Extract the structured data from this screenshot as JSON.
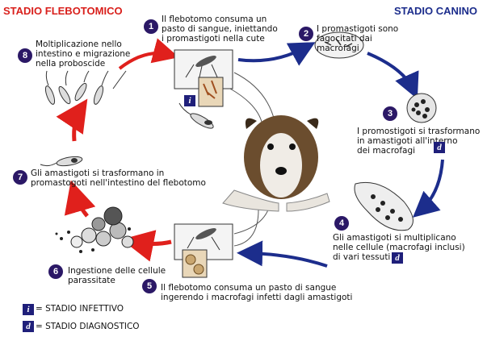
{
  "headers": {
    "left": "STADIO FLEBOTOMICO",
    "right": "STADIO CANINO",
    "left_color": "#d9201c",
    "right_color": "#1c2d8c"
  },
  "steps": [
    {
      "num": "1",
      "text": "Il flebotomo consuma un\npasto di sangue, iniettando\ni promastigoti nella cute"
    },
    {
      "num": "2",
      "text": "I promastigoti sono\nfagocitati dai\nmacrofagi"
    },
    {
      "num": "3",
      "text": "I promostigoti si trasformano\nin amastigoti all'interno\ndei macrofagi"
    },
    {
      "num": "4",
      "text": "Gli amastigoti si multiplicano\nnelle cellule (macrofagi inclusi)\ndi vari tessuti"
    },
    {
      "num": "5",
      "text": "Il flebotomo consuma un pasto di sangue\ningerendo i macrofagi infetti dagli amastigoti"
    },
    {
      "num": "6",
      "text": "Ingestione delle cellule\nparassitate"
    },
    {
      "num": "7",
      "text": "Gli amastigoti si trasformano in\npromastogoti nell'intestino del flebotomo"
    },
    {
      "num": "8",
      "text": "Moltiplicazione nello\nintestino e migrazione\nnella proboscide"
    }
  ],
  "tags": {
    "infective": "i",
    "diagnostic": "d"
  },
  "legend": {
    "infective_label": "= STADIO INFETTIVO",
    "diagnostic_label": "= STADIO DIAGNOSTICO"
  },
  "colors": {
    "red_arrow": "#e0201c",
    "blue_arrow": "#1c2d8c",
    "badge": "#2b1866"
  }
}
